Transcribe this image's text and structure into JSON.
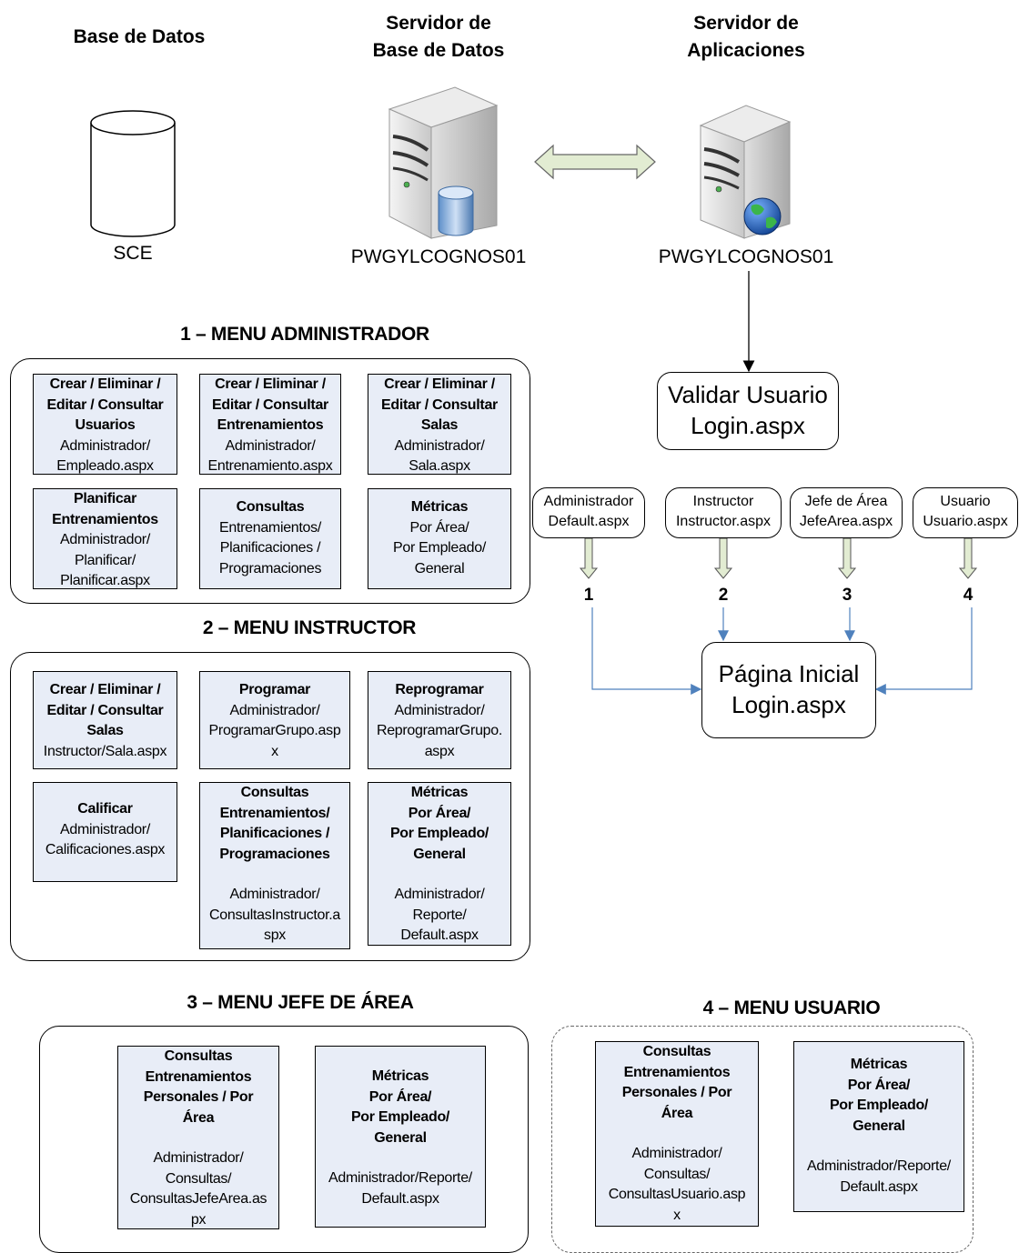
{
  "database": {
    "header": "Base de Datos",
    "name": "SCE"
  },
  "db_server": {
    "header_line1": "Servidor de",
    "header_line2": "Base de Datos",
    "host": "PWGYLCOGNOS01"
  },
  "app_server": {
    "header_line1": "Servidor de",
    "header_line2": "Aplicaciones",
    "host": "PWGYLCOGNOS01"
  },
  "validate": {
    "line1": "Validar Usuario",
    "line2": "Login.aspx"
  },
  "home": {
    "line1": "Página Inicial",
    "line2": "Login.aspx"
  },
  "roles": [
    {
      "line1": "Administrador",
      "line2": "Default.aspx",
      "number": "1"
    },
    {
      "line1": "Instructor",
      "line2": "Instructor.aspx",
      "number": "2"
    },
    {
      "line1": "Jefe de Área",
      "line2": "JefeArea.aspx",
      "number": "3"
    },
    {
      "line1": "Usuario",
      "line2": "Usuario.aspx",
      "number": "4"
    }
  ],
  "menus": {
    "admin": {
      "title": "1 – MENU ADMINISTRADOR",
      "cards": [
        {
          "bold": [
            "Crear / Eliminar /",
            "Editar / Consultar",
            "Usuarios"
          ],
          "normal": [
            "Administrador/",
            "Empleado.aspx"
          ]
        },
        {
          "bold": [
            "Crear / Eliminar /",
            "Editar / Consultar",
            "Entrenamientos"
          ],
          "normal": [
            "Administrador/",
            "Entrenamiento.aspx"
          ]
        },
        {
          "bold": [
            "Crear / Eliminar /",
            "Editar / Consultar",
            "Salas"
          ],
          "normal": [
            "Administrador/",
            "Sala.aspx"
          ]
        },
        {
          "bold": [
            "Planificar",
            "Entrenamientos"
          ],
          "normal": [
            "Administrador/",
            "Planificar/",
            "Planificar.aspx"
          ]
        },
        {
          "bold": [
            "Consultas"
          ],
          "normal": [
            "Entrenamientos/",
            "Planificaciones /",
            "Programaciones"
          ]
        },
        {
          "bold": [
            "Métricas"
          ],
          "normal": [
            "Por Área/",
            "Por Empleado/",
            "General"
          ]
        }
      ]
    },
    "instructor": {
      "title": "2 – MENU INSTRUCTOR",
      "cards": [
        {
          "bold": [
            "Crear / Eliminar /",
            "Editar / Consultar",
            "Salas"
          ],
          "normal": [
            "Instructor/Sala.aspx"
          ]
        },
        {
          "bold": [
            "Programar"
          ],
          "normal": [
            "Administrador/",
            "ProgramarGrupo.asp",
            "x"
          ]
        },
        {
          "bold": [
            "Reprogramar"
          ],
          "normal": [
            "Administrador/",
            "ReprogramarGrupo.",
            "aspx"
          ]
        },
        {
          "bold": [
            "Calificar"
          ],
          "normal": [
            "Administrador/",
            "Calificaciones.aspx"
          ]
        },
        {
          "bold": [
            "Consultas",
            "Entrenamientos/",
            "Planificaciones /",
            "Programaciones"
          ],
          "normal": [
            "Administrador/",
            "ConsultasInstructor.a",
            "spx"
          ]
        },
        {
          "bold": [
            "Métricas",
            "Por Área/",
            "Por Empleado/",
            "General"
          ],
          "normal": [
            "Administrador/",
            "Reporte/",
            "Default.aspx"
          ]
        }
      ]
    },
    "jefe": {
      "title": "3 – MENU JEFE DE ÁREA",
      "cards": [
        {
          "bold": [
            "Consultas",
            "Entrenamientos",
            "Personales / Por",
            "Área"
          ],
          "normal": [
            "Administrador/",
            "Consultas/",
            "ConsultasJefeArea.as",
            "px"
          ]
        },
        {
          "bold": [
            "Métricas",
            "Por Área/",
            "Por Empleado/",
            "General"
          ],
          "normal": [
            "Administrador/Reporte/",
            "Default.aspx"
          ]
        }
      ]
    },
    "usuario": {
      "title": "4 – MENU USUARIO",
      "cards": [
        {
          "bold": [
            "Consultas",
            "Entrenamientos",
            "Personales / Por",
            "Área"
          ],
          "normal": [
            "Administrador/",
            "Consultas/",
            "ConsultasUsuario.asp",
            "x"
          ]
        },
        {
          "bold": [
            "Métricas",
            "Por Área/",
            "Por Empleado/",
            "General"
          ],
          "normal": [
            "Administrador/Reporte/",
            "Default.aspx"
          ]
        }
      ]
    }
  },
  "colors": {
    "card_fill": "#e8edf7",
    "connector_blue": "#4f81bd",
    "arrow_fill": "#e2ecd2"
  }
}
